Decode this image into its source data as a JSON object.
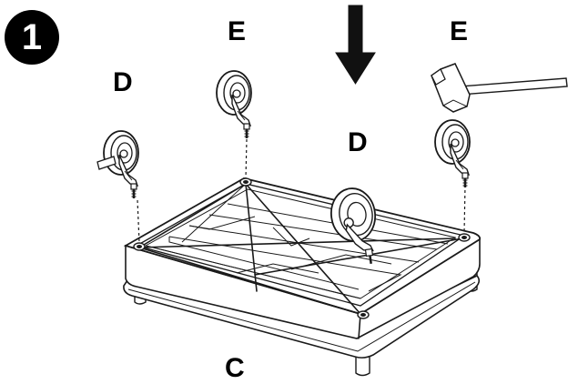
{
  "step": {
    "number": "1"
  },
  "labels": {
    "caster_top_center": "E",
    "caster_top_right": "E",
    "caster_left": "D",
    "caster_front": "D",
    "base": "C"
  },
  "icons": [
    "step-number-badge",
    "down-arrow-icon",
    "hammer-icon",
    "caster-wheel-icon",
    "base-tray"
  ]
}
